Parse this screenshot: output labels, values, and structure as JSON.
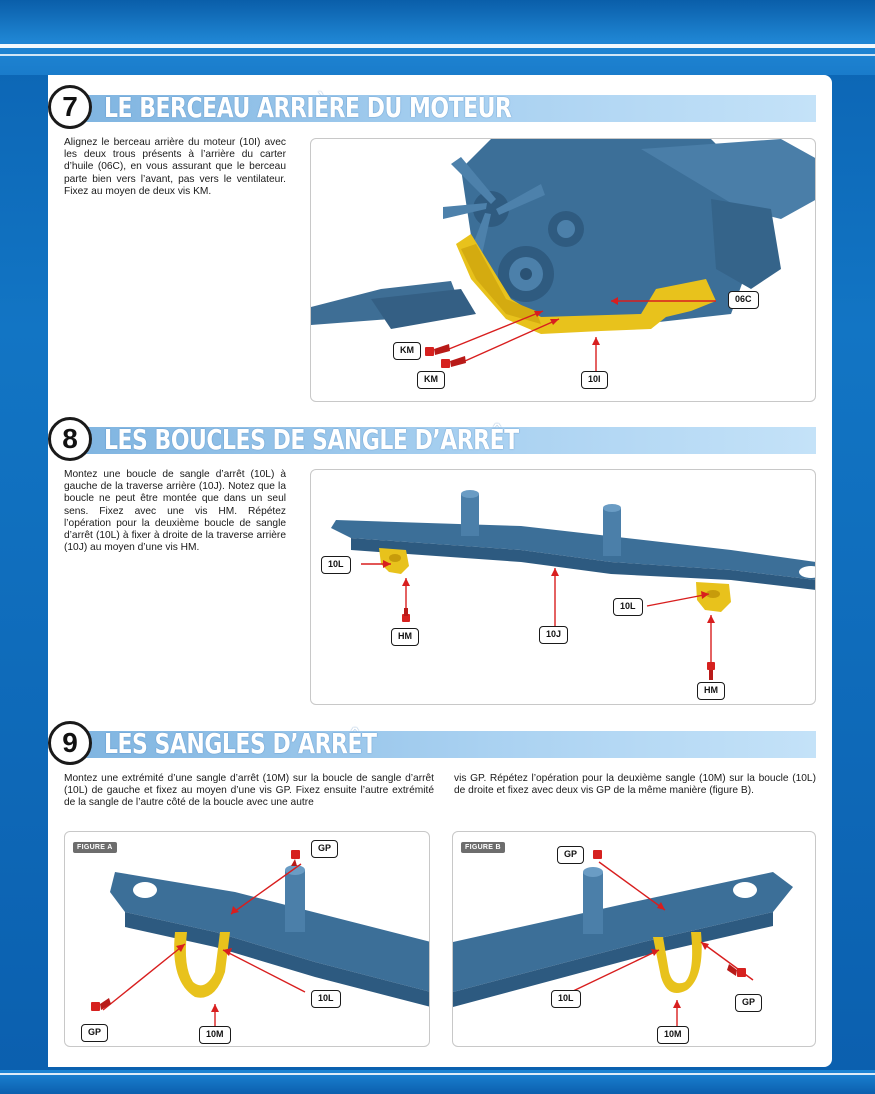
{
  "sections": [
    {
      "number": "7",
      "title": "LE BERCEAU ARRIÈRE DU MOTEUR",
      "text": "Alignez le berceau arrière du moteur (10I) avec les deux trous présents à l’arrière du carter d’huile (06C), en vous assurant que le berceau parte bien vers l’avant, pas vers le ventilateur. Fixez au moyen de deux vis KM.",
      "labels": [
        "06C",
        "KM",
        "KM",
        "10I"
      ]
    },
    {
      "number": "8",
      "title": "LES BOUCLES DE SANGLE D’ARRÊT",
      "text": "Montez une boucle de sangle d’arrêt (10L) à gauche de la traverse arrière (10J). Notez que la boucle ne peut être montée que dans un seul sens. Fixez avec une vis HM. Répétez l’opération pour la deuxième boucle de sangle d’arrêt (10L) à fixer à droite de la traverse arrière (10J) au moyen d’une vis HM.",
      "labels": [
        "10L",
        "HM",
        "10J",
        "10L",
        "HM"
      ]
    },
    {
      "number": "9",
      "title": "LES SANGLES D’ARRÊT",
      "text_col1": "Montez une extrémité d’une sangle d’arrêt (10M) sur la boucle de sangle d’arrêt (10L) de gauche et fixez au moyen d’une vis GP. Fixez ensuite l’autre extrémité de la sangle de l’autre côté de la boucle avec une autre",
      "text_col2": "vis GP. Répétez l’opération pour la deuxième sangle (10M) sur la boucle (10L) de droite et fixez avec deux vis GP de la même manière (figure B).",
      "figure_a": {
        "tag": "FIGURE A",
        "labels": [
          "GP",
          "10L",
          "GP",
          "10M"
        ]
      },
      "figure_b": {
        "tag": "FIGURE B",
        "labels": [
          "GP",
          "10L",
          "GP",
          "10M"
        ]
      }
    }
  ],
  "colors": {
    "part_blue": "#3c6f98",
    "part_yellow": "#e8c21c",
    "screw_red": "#d6211f",
    "arrow_red": "#d81e1e"
  }
}
